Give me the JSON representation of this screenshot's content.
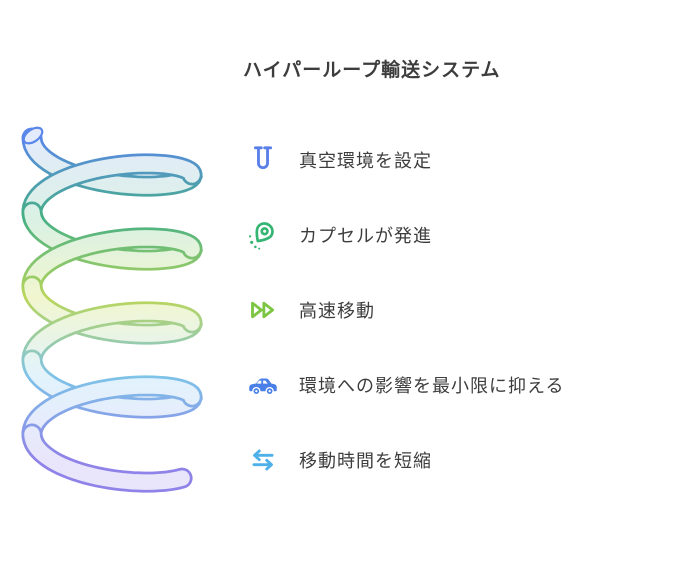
{
  "title": "ハイパーループ輸送システム",
  "steps": [
    {
      "label": "真空環境を設定",
      "icon": "test-tube-icon",
      "color": "#5b7fe8"
    },
    {
      "label": "カプセルが発進",
      "icon": "capsule-launch-icon",
      "color": "#35b573"
    },
    {
      "label": "高速移動",
      "icon": "fast-forward-icon",
      "color": "#7cc643"
    },
    {
      "label": "環境への影響を最小限に抑える",
      "icon": "car-icon",
      "color": "#4a7fe8"
    },
    {
      "label": "移動時間を短縮",
      "icon": "arrows-left-right-icon",
      "color": "#4fb0e8"
    }
  ],
  "spiral": {
    "description": "coil-spring-gradient-graphic",
    "stroke_colors": [
      "#5a87ea",
      "#46b083",
      "#b9d65b",
      "#7ec3e8",
      "#8f82e8"
    ],
    "fill_colors": [
      "#e4ebfc",
      "#daf1e4",
      "#f1f6cf",
      "#e2f3fc",
      "#e9e6fb"
    ]
  },
  "colors": {
    "background": "#ffffff",
    "text": "#3d3d3d"
  }
}
